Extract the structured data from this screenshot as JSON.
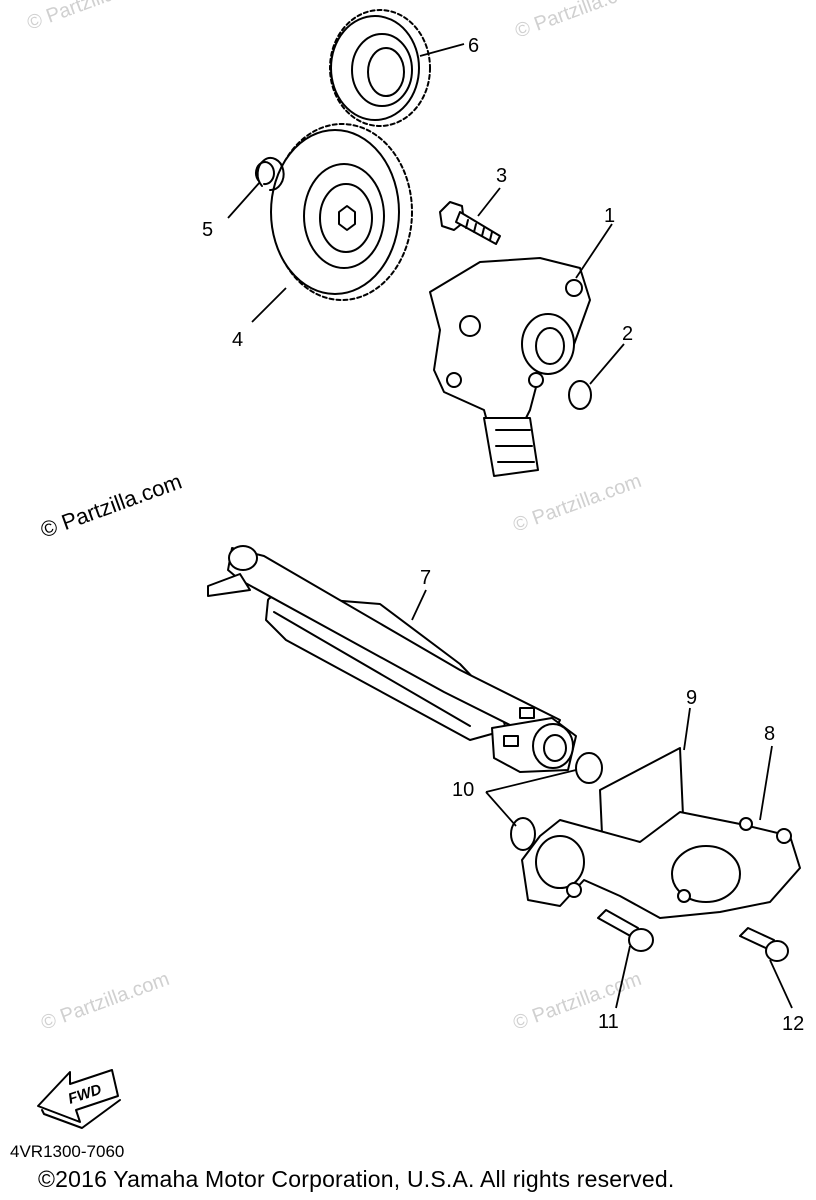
{
  "watermark": "© Partzilla.com",
  "callouts": [
    "1",
    "2",
    "3",
    "4",
    "5",
    "6",
    "7",
    "8",
    "9",
    "10",
    "11",
    "12"
  ],
  "fwd_label": "FWD",
  "diagram_code": "4VR1300-7060",
  "copyright": "©2016  Yamaha Motor Corporation, U.S.A. All rights reserved."
}
